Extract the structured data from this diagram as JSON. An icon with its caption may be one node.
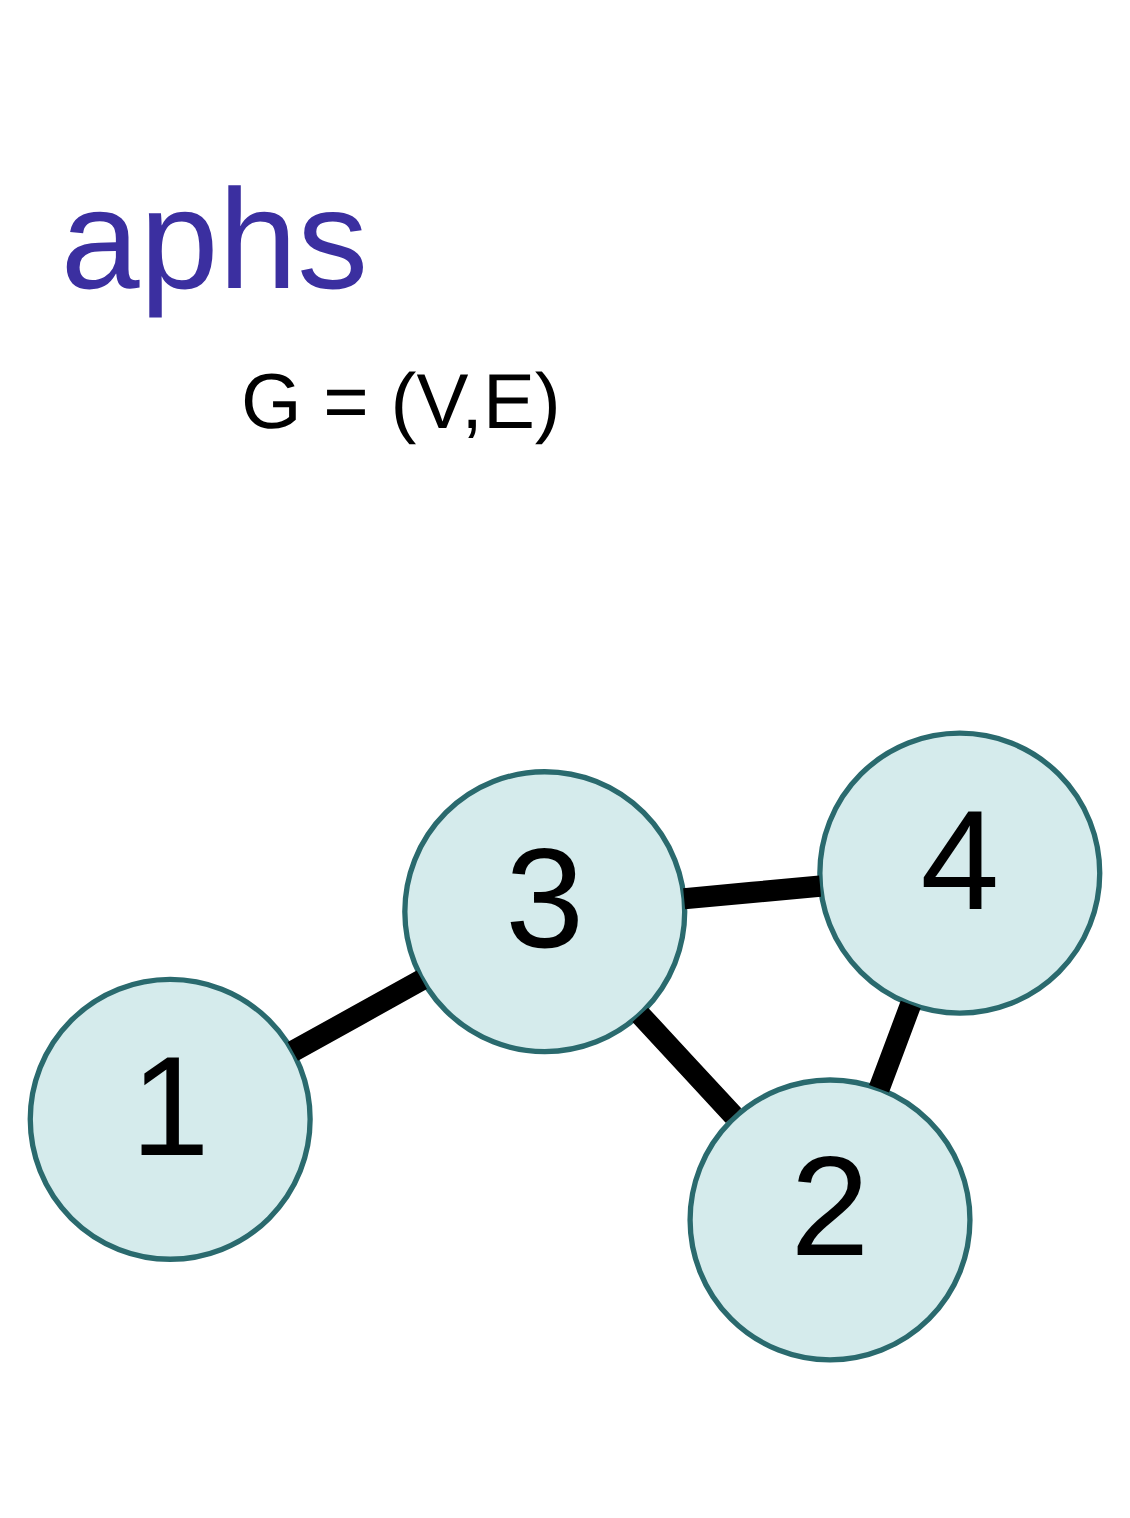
{
  "diagram": {
    "title": "aphs",
    "nodes": [
      {
        "text": [
          "1"
        ]
      },
      {
        "text": [
          "2"
        ]
      },
      {
        "text": [
          "3"
        ]
      },
      {
        "text": [
          "4"
        ]
      }
    ],
    "edges": [
      {
        "from": 0,
        "to": 2,
        "arrow": "none"
      },
      {
        "from": 1,
        "to": 2,
        "arrow": "none"
      },
      {
        "from": 1,
        "to": 3,
        "arrow": "none"
      },
      {
        "from": 2,
        "to": 3,
        "arrow": "none"
      }
    ],
    "labels": [
      "G = (V,E)"
    ]
  }
}
